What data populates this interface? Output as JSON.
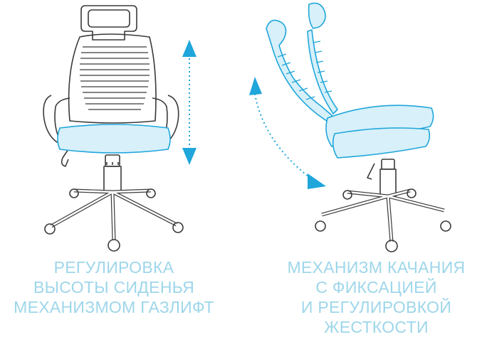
{
  "colors": {
    "outline": "#3a3a3a",
    "accent": "#1fa6da",
    "accent_light": "#d7f0fa",
    "caption": "#9ed6ea"
  },
  "left_caption": {
    "line1": "РЕГУЛИРОВКА",
    "line2": "ВЫСОТЫ СИДЕНЬЯ",
    "line3": "МЕХАНИЗМОМ ГАЗЛИФТ"
  },
  "right_caption": {
    "line1": "МЕХАНИЗМ КАЧАНИЯ",
    "line2": "С ФИКСАЦИЕЙ",
    "line3": "И РЕГУЛИРОВКОЙ",
    "line4": "ЖЕСТКОСТИ"
  },
  "icons": [
    "up-down-arrow-icon",
    "curved-tilt-arrow-icon"
  ]
}
